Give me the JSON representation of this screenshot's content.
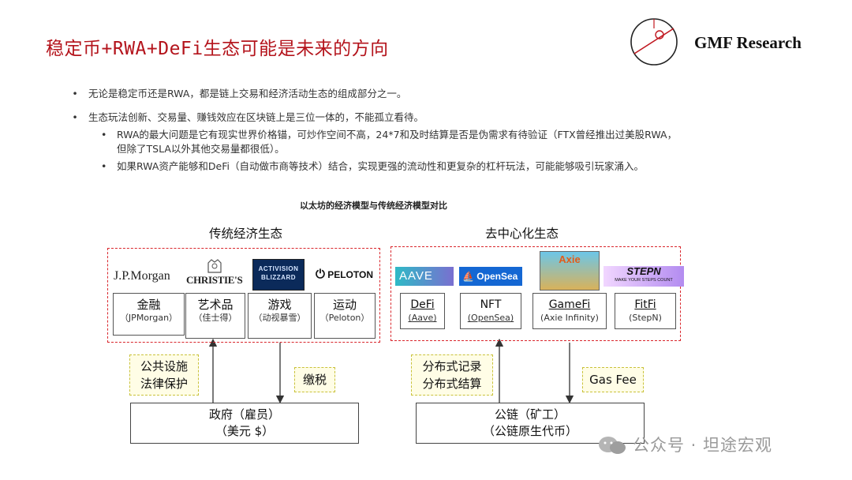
{
  "title": "稳定币+RWA+DeFi生态可能是未来的方向",
  "brand": "GMF Research",
  "bullets": [
    {
      "text": "无论是稳定币还是RWA，都是链上交易和经济活动生态的组成部分之一。"
    },
    {
      "text": "生态玩法创新、交易量、赚钱效应在区块链上是三位一体的，不能孤立看待。"
    }
  ],
  "sub_bullets": [
    {
      "line1": "RWA的最大问题是它有现实世界价格锚，可炒作空间不高，24*7和及时结算是否是伪需求有待验证（FTX曾经推出过美股RWA，",
      "line2": "但除了TSLA以外其他交易量都很低）。"
    },
    {
      "line1": "如果RWA资产能够和DeFi（自动做市商等技术）结合，实现更强的流动性和更复杂的杠杆玩法，可能能够吸引玩家涌入。",
      "line2": ""
    }
  ],
  "figure": {
    "caption": "以太坊的经济模型与传统经济模型对比",
    "traditional": {
      "title": "传统经济生态",
      "logos": [
        "J.P.Morgan",
        "CHRISTIE'S",
        "ACTIVISION BLIZZARD",
        "PELOTON"
      ],
      "categories": [
        {
          "main": "金融",
          "sub": "（JPMorgan）"
        },
        {
          "main": "艺术品",
          "sub": "（佳士得）"
        },
        {
          "main": "游戏",
          "sub": "（动视暴雪）"
        },
        {
          "main": "运动",
          "sub": "（Peloton）"
        }
      ],
      "up_label_1": "公共设施",
      "up_label_2": "法律保护",
      "down_label": "缴税",
      "bottom_1": "政府（雇员）",
      "bottom_2": "（美元 $）"
    },
    "decentralized": {
      "title": "去中心化生态",
      "logos": [
        "AAVE",
        "OpenSea",
        "Axie",
        "STEPN",
        "MAKE YOUR STEPS COUNT"
      ],
      "categories": [
        {
          "main": "DeFi",
          "sub": "(Aave)"
        },
        {
          "main": "NFT",
          "sub": "(OpenSea)"
        },
        {
          "main": "GameFi",
          "sub": "(Axie Infinity)"
        },
        {
          "main": "FitFi",
          "sub": "(StepN)"
        }
      ],
      "up_label_1": "分布式记录",
      "up_label_2": "分布式结算",
      "down_label": "Gas Fee",
      "bottom_1": "公链（矿工）",
      "bottom_2": "（公链原生代币）"
    }
  },
  "watermark": "公众号 · 坦途宏观",
  "colors": {
    "title": "#b4141c",
    "dashed_border": "#d9262c",
    "label_bg": "#fffde6"
  }
}
